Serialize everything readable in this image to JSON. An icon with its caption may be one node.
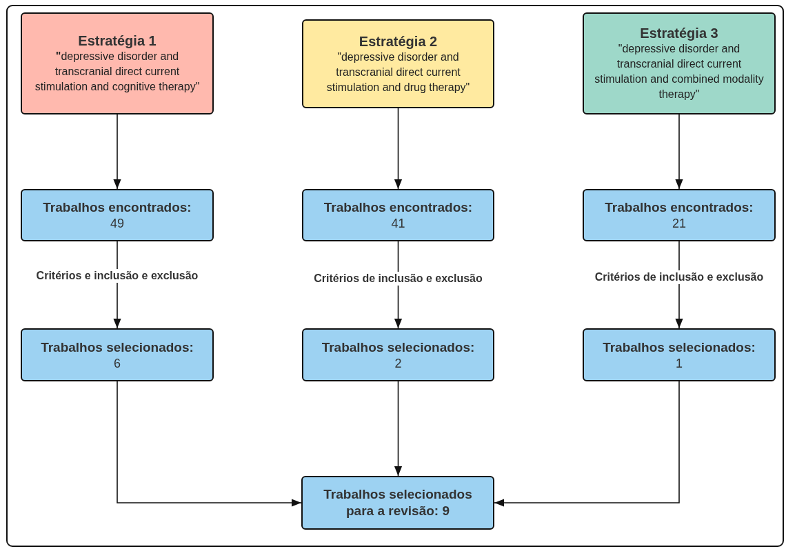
{
  "diagram": {
    "nodes": [
      {
        "text": [
          "Estratégia 1",
          "**\"**depressive disorder and transcranial direct current stimulation and cognitive therapy\""
        ]
      },
      {
        "text": [
          "Estratégia 2",
          "\"depressive disorder and transcranial direct current stimulation and drug therapy\""
        ]
      },
      {
        "text": [
          "Estratégia 3",
          "\"depressive disorder and transcranial direct current stimulation and combined modality therapy\""
        ]
      },
      {
        "text": [
          "Trabalhos encontrados:",
          "49"
        ]
      },
      {
        "text": [
          "Trabalhos encontrados:",
          "41"
        ]
      },
      {
        "text": [
          "Trabalhos encontrados:",
          "21"
        ]
      },
      {
        "text": [
          "Trabalhos selecionados:",
          "6"
        ]
      },
      {
        "text": [
          "Trabalhos selecionados:",
          "2"
        ]
      },
      {
        "text": [
          "Trabalhos selecionados:",
          "1"
        ]
      },
      {
        "text": [
          "**Trabalhos selecionados para a revisão:** 9"
        ]
      }
    ],
    "edges": [
      {
        "from": 0,
        "to": 3,
        "arrow": "to"
      },
      {
        "from": 1,
        "to": 4,
        "arrow": "to"
      },
      {
        "from": 2,
        "to": 5,
        "arrow": "to"
      },
      {
        "from": 3,
        "to": 6,
        "arrow": "to",
        "label": "Critérios e inclusão e exclusão"
      },
      {
        "from": 4,
        "to": 7,
        "arrow": "to",
        "label": "Critérios de inclusão e exclusão"
      },
      {
        "from": 5,
        "to": 8,
        "arrow": "to",
        "label": "Critérios de inclusão e exclusão"
      },
      {
        "from": 6,
        "to": 9,
        "arrow": "to"
      },
      {
        "from": 7,
        "to": 9,
        "arrow": "to"
      },
      {
        "from": 8,
        "to": 9,
        "arrow": "to"
      }
    ]
  }
}
